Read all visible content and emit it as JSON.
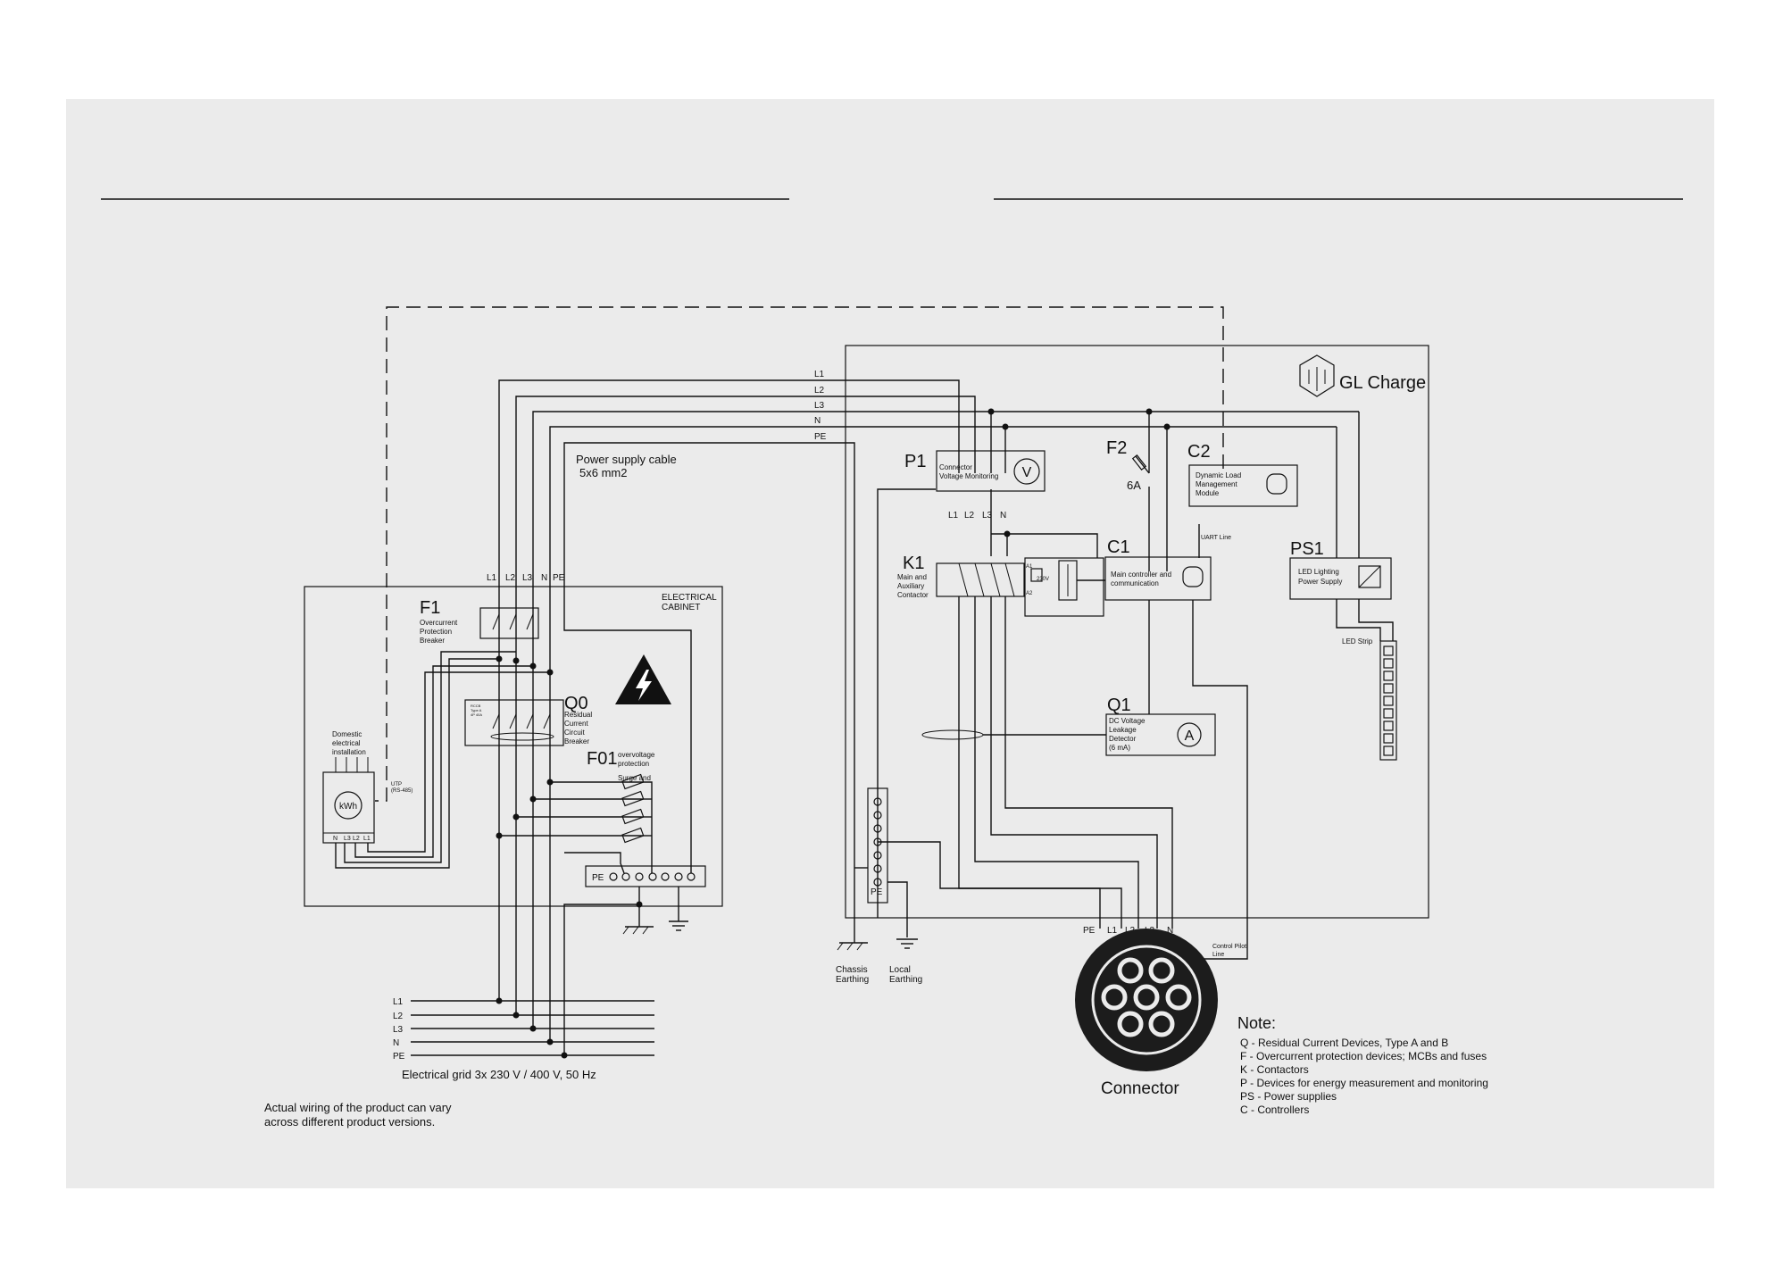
{
  "colors": {
    "background": "#ffffff",
    "panel": "#ebebeb",
    "ink": "#111111",
    "connector_body": "#1c1c1c"
  },
  "brand": {
    "name": "GL Charge",
    "logo_icon": "gl-charge-logo-icon"
  },
  "bus_labels_top": [
    "L1",
    "L2",
    "L3",
    "N",
    "PE"
  ],
  "cable": {
    "line1": "Power supply cable",
    "line2": "5x6 mm2"
  },
  "cabinet": {
    "title_line1": "ELECTRICAL",
    "title_line2": "CABINET",
    "input_labels": [
      "L1",
      "L2",
      "L3",
      "N",
      "PE"
    ]
  },
  "f1": {
    "id": "F1",
    "line1": "Overcurrent",
    "line2": "Protection",
    "line3": "Breaker"
  },
  "q0": {
    "id": "Q0",
    "line1": "Residual",
    "line2": "Current",
    "line3": "Circuit",
    "line4": "Breaker",
    "tag1": "RCCB",
    "tag2": "Type A",
    "tag3": "4P 40A"
  },
  "f01": {
    "id": "F01",
    "line1": "Surge and",
    "line2": "overvoltage",
    "line3": "protection"
  },
  "domestic": {
    "line1": "Domestic",
    "line2": "electrical",
    "line3": "installation",
    "meter": "kWh",
    "terminals": [
      "N",
      "L3",
      "L2",
      "L1"
    ],
    "utp_line1": "UTP",
    "utp_line2": "(RS-485)"
  },
  "pe_bar_label": "PE",
  "grid": {
    "labels": [
      "L1",
      "L2",
      "L3",
      "N",
      "PE"
    ],
    "caption": "Electrical grid 3x 230 V / 400 V, 50 Hz"
  },
  "disclaimer": {
    "line1": "Actual wiring of the product can vary",
    "line2": "across different product versions."
  },
  "p1": {
    "id": "P1",
    "line1": "Connector",
    "line2": "Voltage Monitoring",
    "symbol": "V",
    "phase_labels": [
      "L1",
      "L2",
      "L3",
      "N"
    ]
  },
  "f2": {
    "id": "F2",
    "rating": "6A"
  },
  "c2": {
    "id": "C2",
    "line1": "Dynamic Load",
    "line2": "Management",
    "line3": "Module",
    "uart": "UART Line"
  },
  "k1": {
    "id": "K1",
    "line1": "Main and",
    "line2": "Auxiliary",
    "line3": "Contactor",
    "a1": "A1",
    "a2": "A2",
    "coil_v": "230V"
  },
  "c1": {
    "id": "C1",
    "line1": "Main controller and",
    "line2": "communication"
  },
  "ps1": {
    "id": "PS1",
    "line1": "LED Lighting",
    "line2": "Power Supply",
    "strip": "LED Strip"
  },
  "q1": {
    "id": "Q1",
    "line1": "DC Voltage",
    "line2": "Leakage",
    "line3": "Detector",
    "line4": "(6 mA)",
    "symbol": "A"
  },
  "earthing": {
    "pe": "PE",
    "chassis_line1": "Chassis",
    "chassis_line2": "Earthing",
    "local_line1": "Local",
    "local_line2": "Earthing"
  },
  "connector": {
    "title": "Connector",
    "pins": [
      "PE",
      "L1",
      "L2",
      "L3",
      "N"
    ],
    "cp_line1": "Control Pilot",
    "cp_line2": "Line"
  },
  "notes": {
    "title": "Note:",
    "items": [
      "Q - Residual Current Devices, Type A and B",
      "F  - Overcurrent protection devices; MCBs and fuses",
      "K - Contactors",
      "P - Devices for energy measurement and monitoring",
      "PS - Power supplies",
      "C - Controllers"
    ]
  }
}
